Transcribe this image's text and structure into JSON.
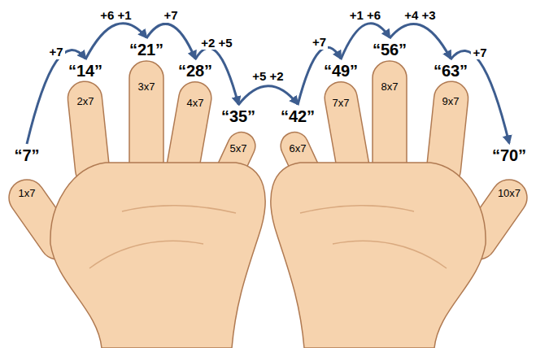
{
  "diagram": {
    "nodes": [
      {
        "text": [
          "“7”",
          "1x7"
        ]
      },
      {
        "text": [
          "“14”",
          "2x7"
        ]
      },
      {
        "text": [
          "“21”",
          "3x7"
        ]
      },
      {
        "text": [
          "“28”",
          "4x7"
        ]
      },
      {
        "text": [
          "“35”",
          "5x7"
        ]
      },
      {
        "text": [
          "“42”",
          "6x7"
        ]
      },
      {
        "text": [
          "“49”",
          "7x7"
        ]
      },
      {
        "text": [
          "“56”",
          "8x7"
        ]
      },
      {
        "text": [
          "“63”",
          "9x7"
        ]
      },
      {
        "text": [
          "“70”",
          "10x7"
        ]
      }
    ],
    "edges": [
      {
        "from": 0,
        "to": 1,
        "label": "+7",
        "arrow": "to"
      },
      {
        "from": 1,
        "to": 2,
        "label": "+6 +1",
        "arrow": "to"
      },
      {
        "from": 2,
        "to": 3,
        "label": "+7",
        "arrow": "to"
      },
      {
        "from": 3,
        "to": 4,
        "label": "+2 +5",
        "arrow": "to"
      },
      {
        "from": 4,
        "to": 5,
        "label": "+5 +2",
        "arrow": "to"
      },
      {
        "from": 5,
        "to": 6,
        "label": "+7",
        "arrow": "to"
      },
      {
        "from": 6,
        "to": 7,
        "label": "+1 +6",
        "arrow": "to"
      },
      {
        "from": 7,
        "to": 8,
        "label": "+4 +3",
        "arrow": "to"
      },
      {
        "from": 8,
        "to": 9,
        "label": "+7",
        "arrow": "to"
      }
    ]
  }
}
